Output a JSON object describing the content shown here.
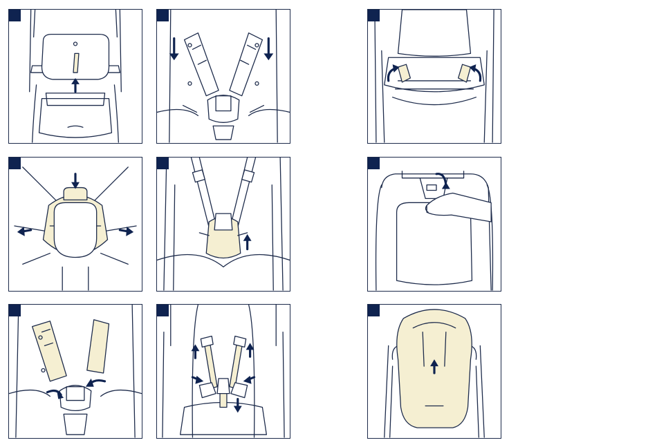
{
  "figure": {
    "panel_count": 9,
    "marker_color": "#0f2350",
    "line_color": "#1c2a4a",
    "fill_color": "#f5efd2",
    "panels": [
      {
        "id": "p1",
        "content": "seat-pad-lift-up"
      },
      {
        "id": "p2",
        "content": "shoulder-straps-down"
      },
      {
        "id": "p3",
        "content": "canopy-hooks-release"
      },
      {
        "id": "p4",
        "content": "buckle-pad-spread"
      },
      {
        "id": "p5",
        "content": "crotch-pad-push-up"
      },
      {
        "id": "p6",
        "content": "backrest-flap-lift"
      },
      {
        "id": "p7",
        "content": "shoulder-pads-thread"
      },
      {
        "id": "p8",
        "content": "harness-straps-adjust"
      },
      {
        "id": "p9",
        "content": "seat-liner-slide-up"
      }
    ]
  }
}
